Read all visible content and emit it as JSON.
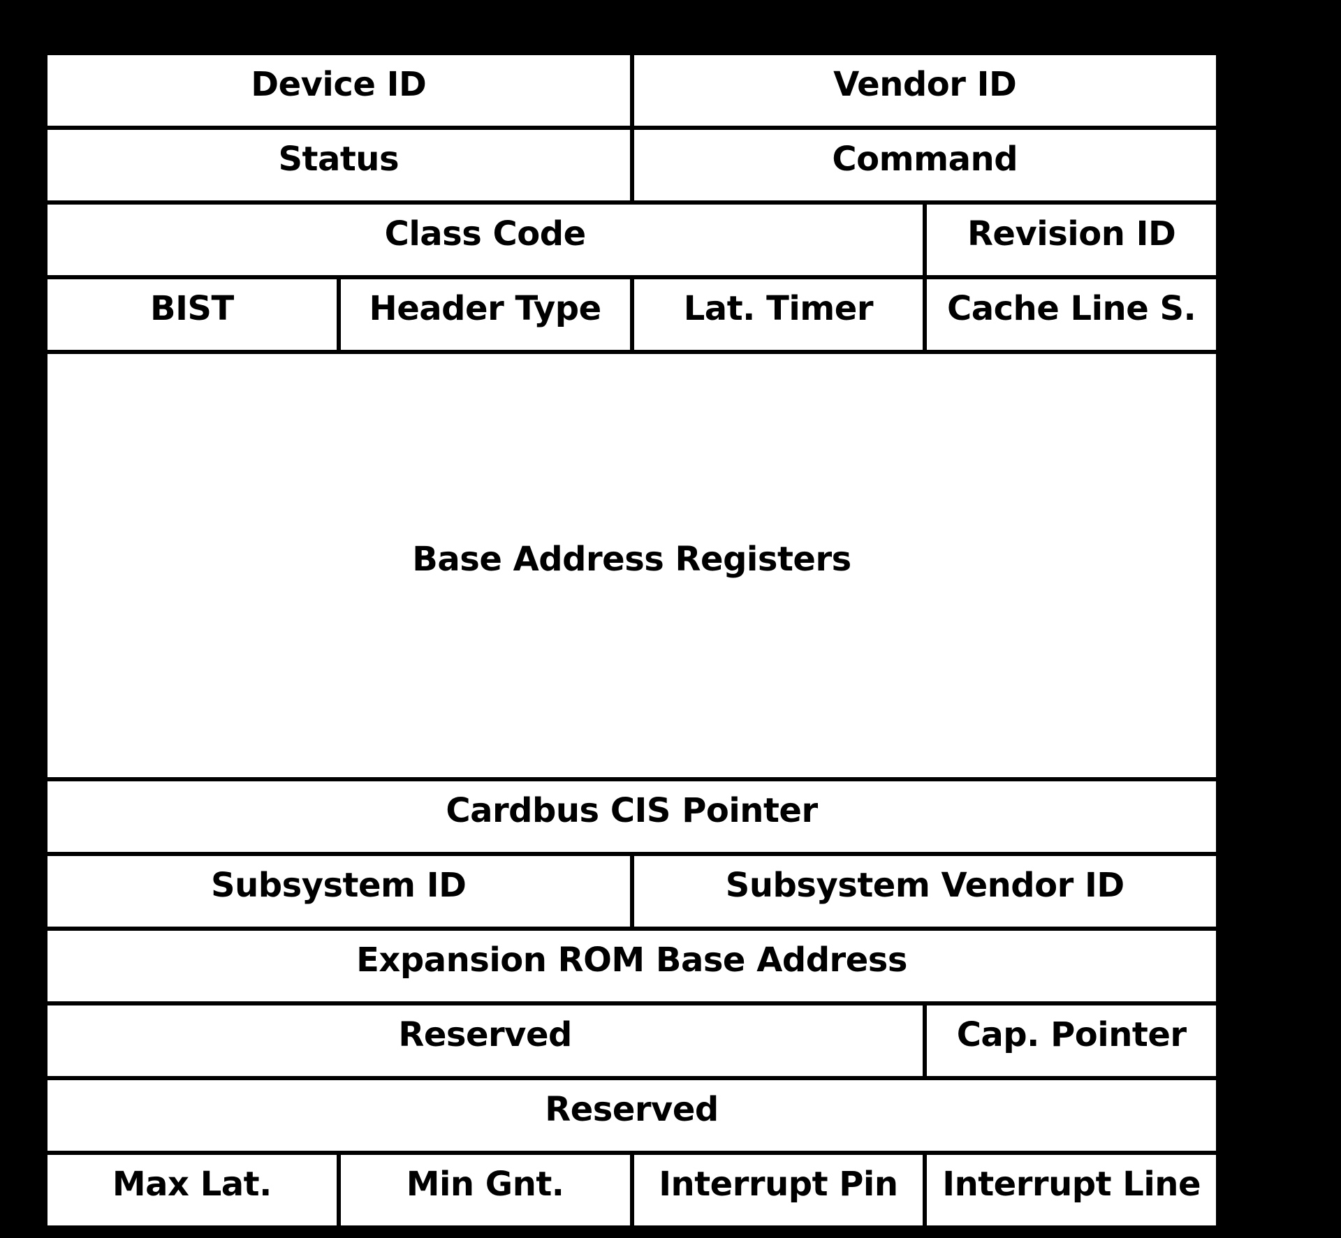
{
  "page": {
    "background_color": "#000000"
  },
  "diagram": {
    "kind": "register-map-table",
    "cell_background": "#ffffff",
    "border_color": "#000000",
    "text_color": "#000000",
    "rows": [
      {
        "cells": [
          {
            "label": "Device ID",
            "span": 2
          },
          {
            "label": "Vendor ID",
            "span": 2
          }
        ]
      },
      {
        "cells": [
          {
            "label": "Status",
            "span": 2
          },
          {
            "label": "Command",
            "span": 2
          }
        ]
      },
      {
        "cells": [
          {
            "label": "Class Code",
            "span": 3
          },
          {
            "label": "Revision ID",
            "span": 1
          }
        ]
      },
      {
        "cells": [
          {
            "label": "BIST",
            "span": 1
          },
          {
            "label": "Header Type",
            "span": 1
          },
          {
            "label": "Lat. Timer",
            "span": 1
          },
          {
            "label": "Cache Line S.",
            "span": 1
          }
        ]
      },
      {
        "cells": [
          {
            "label": "Base Address Registers",
            "span": 4,
            "tall": true
          }
        ]
      },
      {
        "cells": [
          {
            "label": "Cardbus CIS Pointer",
            "span": 4
          }
        ]
      },
      {
        "cells": [
          {
            "label": "Subsystem ID",
            "span": 2
          },
          {
            "label": "Subsystem Vendor ID",
            "span": 2
          }
        ]
      },
      {
        "cells": [
          {
            "label": "Expansion ROM Base Address",
            "span": 4
          }
        ]
      },
      {
        "cells": [
          {
            "label": "Reserved",
            "span": 3
          },
          {
            "label": "Cap. Pointer",
            "span": 1
          }
        ]
      },
      {
        "cells": [
          {
            "label": "Reserved",
            "span": 4
          }
        ]
      },
      {
        "cells": [
          {
            "label": "Max Lat.",
            "span": 1
          },
          {
            "label": "Min Gnt.",
            "span": 1
          },
          {
            "label": "Interrupt Pin",
            "span": 1
          },
          {
            "label": "Interrupt Line",
            "span": 1
          }
        ]
      }
    ]
  }
}
